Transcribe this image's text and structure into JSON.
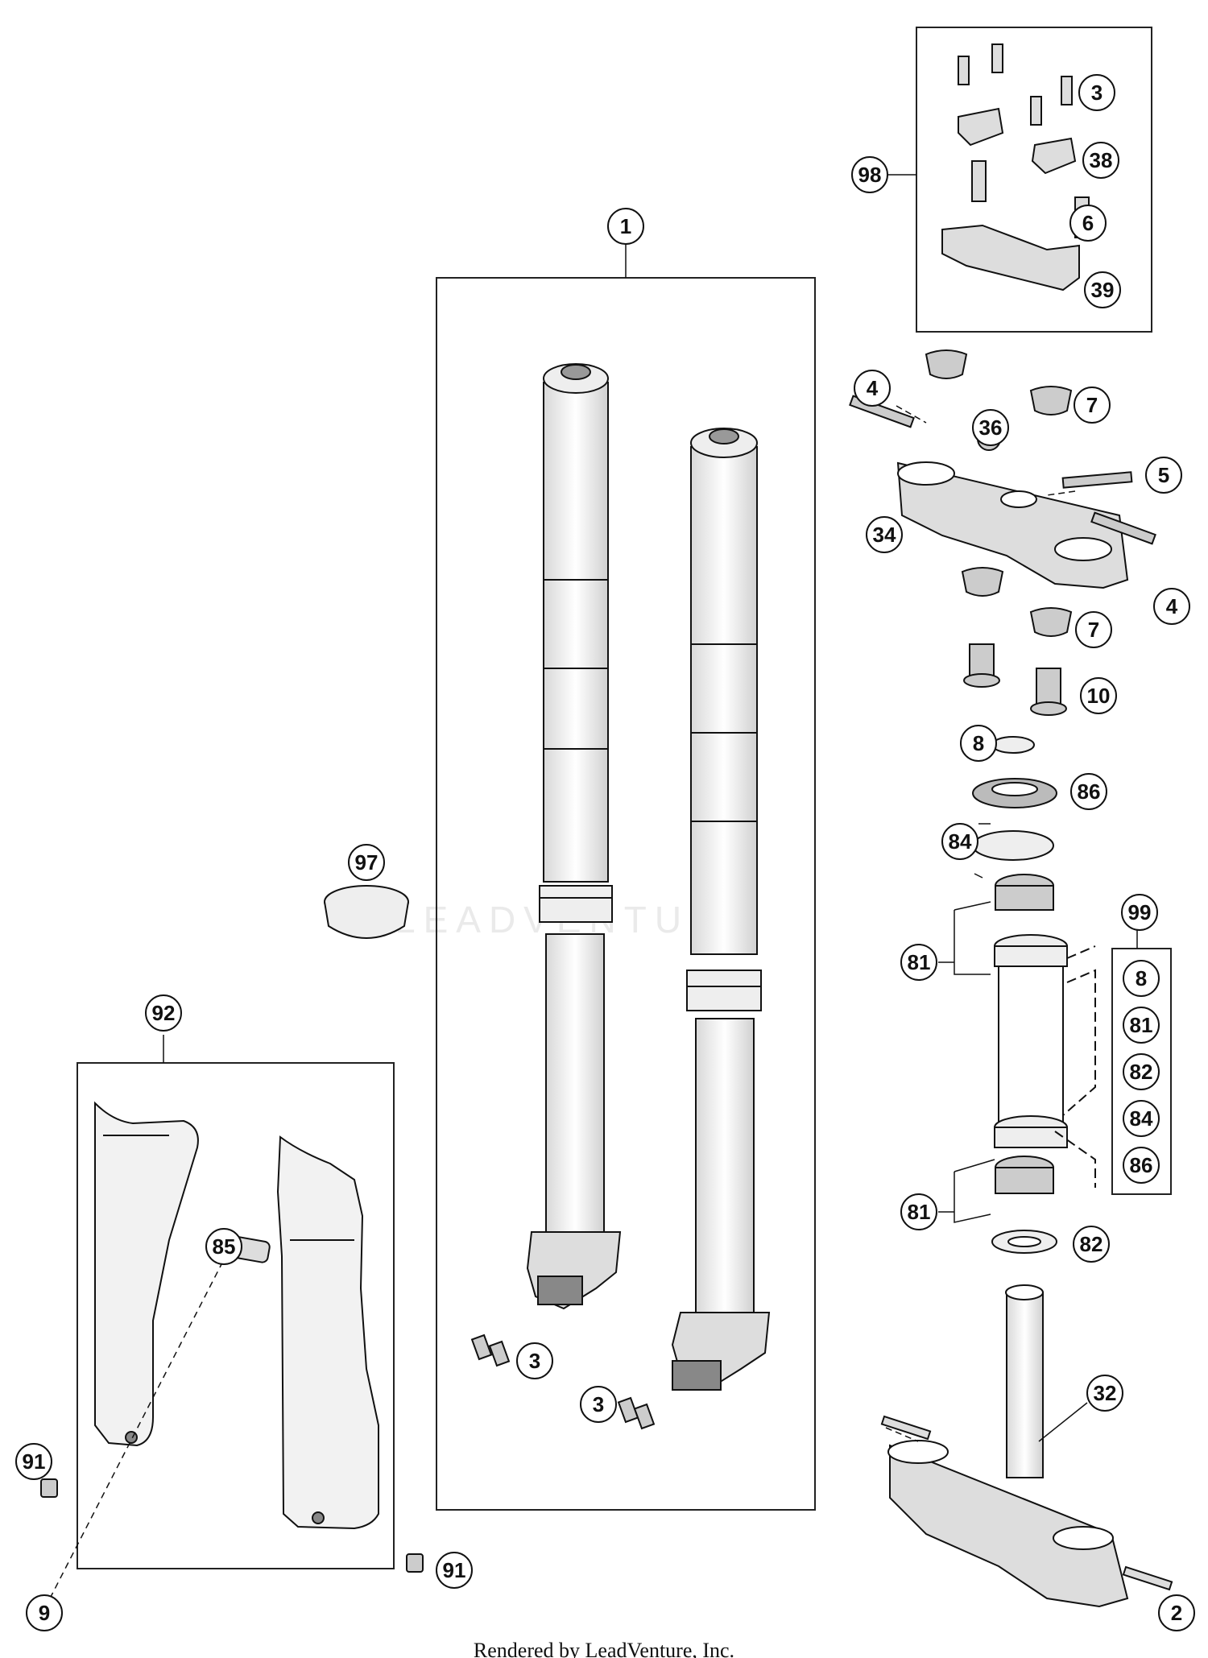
{
  "diagram": {
    "footer": "Rendered by LeadVenture, Inc.",
    "watermark": "LEADVENTURE",
    "callouts": {
      "c1": "1",
      "c2": "2",
      "c3a": "3",
      "c3b": "3",
      "c3c": "3",
      "c4a": "4",
      "c4b": "4",
      "c5": "5",
      "c6": "6",
      "c7a": "7",
      "c7b": "7",
      "c8": "8",
      "c9": "9",
      "c10": "10",
      "c32": "32",
      "c34": "34",
      "c36": "36",
      "c38": "38",
      "c39": "39",
      "c81a": "81",
      "c81b": "81",
      "c82": "82",
      "c84": "84",
      "c85": "85",
      "c86": "86",
      "c91a": "91",
      "c91b": "91",
      "c92": "92",
      "c97": "97",
      "c98": "98",
      "c99": "99"
    },
    "kit_99_items": [
      "8",
      "81",
      "82",
      "84",
      "86"
    ]
  }
}
